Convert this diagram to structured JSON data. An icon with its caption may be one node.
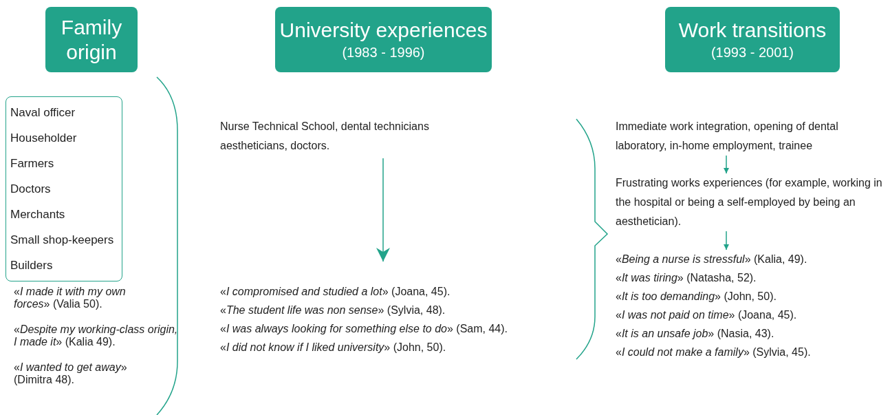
{
  "diagram": {
    "nodes": [
      {
        "text": [
          "Family origin"
        ]
      },
      {
        "text": [
          "University experiences",
          "(1983 - 1996)"
        ]
      },
      {
        "text": [
          "Work transitions",
          "(1993 - 2001)"
        ]
      },
      {
        "text": [
          "Naval officer",
          "Householder",
          "Farmers",
          "Doctors",
          "Merchants",
          "Small shop-keepers",
          "Builders"
        ]
      },
      {
        "text": [
          "Nurse Technical School, dental technicians aestheticians, doctors."
        ]
      },
      {
        "text": [
          "«*I compromised and studied a lot*» (Joana, 45).",
          "«*The student life was non sense*» (Sylvia, 48).",
          "«*I was always looking for something else to do*» (Sam, 44).",
          "«*I did not know if I liked university*» (John, 50)."
        ]
      },
      {
        "text": [
          "Immediate work integration, opening of dental laboratory, in-home employment, trainee"
        ]
      },
      {
        "text": [
          "Frustrating works experiences (for example, working in the hospital or being a self-employed by being an aesthetician)."
        ]
      },
      {
        "text": [
          "«*Being a nurse is stressful*» (Kalia, 49).",
          "«*It was tiring*» (Natasha, 52).",
          "«*It is too demanding*» (John, 50).",
          "«*I was not paid on time*» (Joana, 45).",
          "«*It is an unsafe job*» (Nasia, 43).",
          "«*I could not make a family*» (Sylvia, 45)."
        ]
      }
    ],
    "edges": [
      {
        "from": 4,
        "to": 5,
        "arrow": "to"
      },
      {
        "from": 6,
        "to": 7,
        "arrow": "to"
      },
      {
        "from": 7,
        "to": 8,
        "arrow": "to"
      }
    ],
    "labels": [
      "«*I made it with my own forces*» (Valia 50).",
      "«*Despite my working-class origin, I made it*» (Kalia 49).",
      "«*I wanted to get away*» (Dimitra 48)."
    ]
  }
}
